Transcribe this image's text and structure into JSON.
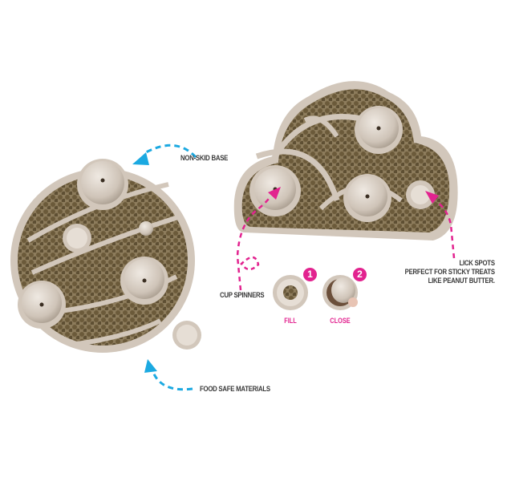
{
  "labels": {
    "non_skid_base": "NON-SKID BASE",
    "food_safe_materials": "FOOD SAFE MATERIALS",
    "cup_spinners": "CUP SPINNERS",
    "lick_spots_title": "LICK SPOTS",
    "lick_spots_line2": "PERFECT FOR STICKY TREATS",
    "lick_spots_line3": "LIKE PEANUT BUTTER."
  },
  "steps": [
    {
      "number": "1",
      "label": "FILL"
    },
    {
      "number": "2",
      "label": "CLOSE"
    }
  ],
  "colors": {
    "blue_arrow": "#1ba9e1",
    "pink_arrow": "#e2238f",
    "product": "#d6ccc2",
    "kibble": "#6b5a3a",
    "text": "#3a3a3a"
  }
}
